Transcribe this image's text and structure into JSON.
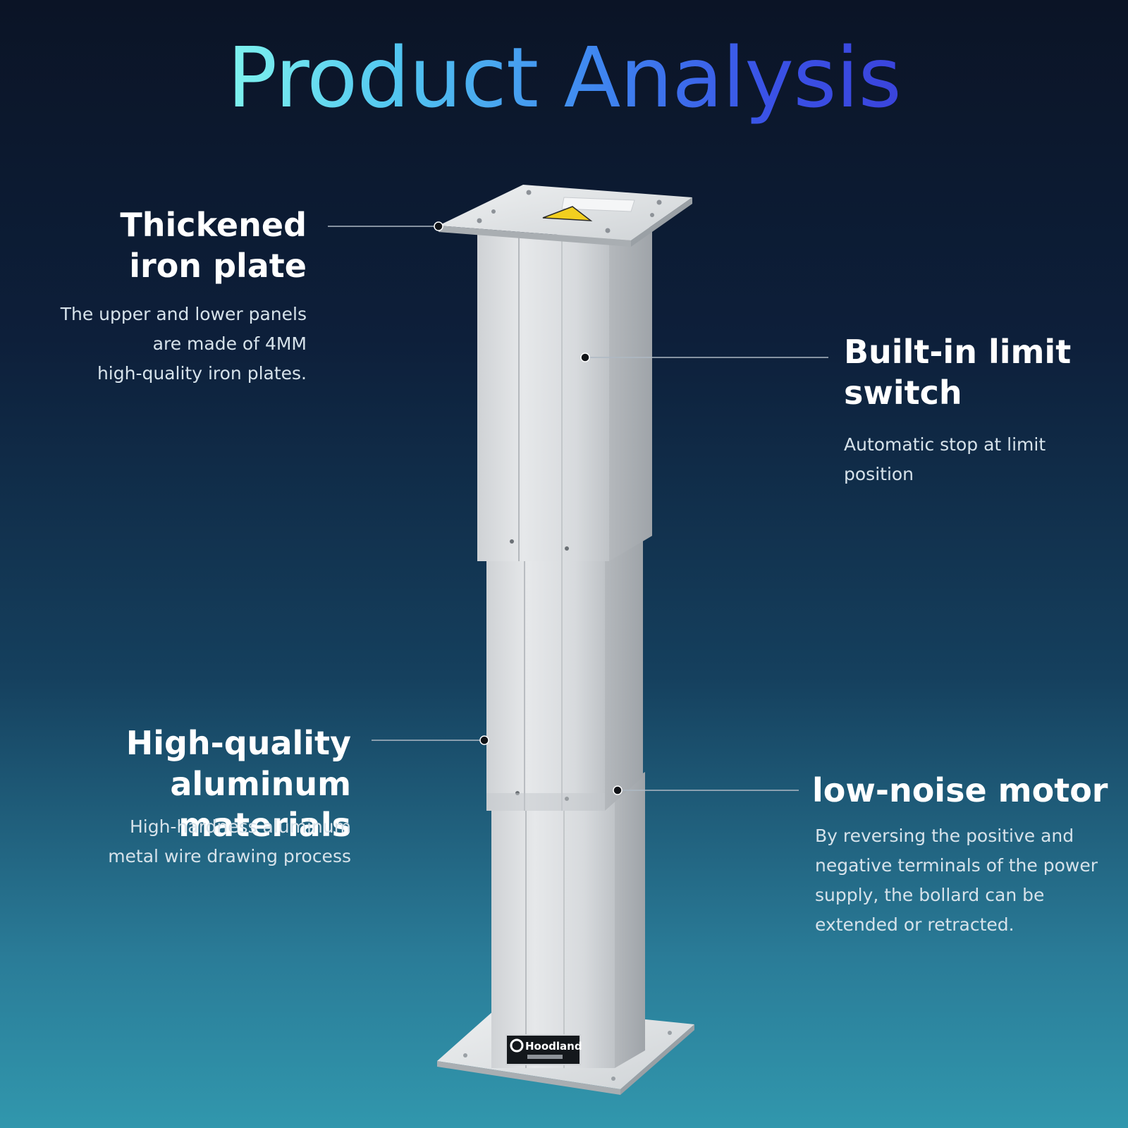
{
  "page": {
    "title": "Product Analysis"
  },
  "features": [
    {
      "heading": "Thickened iron plate",
      "heading_lines": [
        "Thickened",
        "iron plate"
      ],
      "description_lines": [
        "The upper and lower panels",
        "are made of 4MM",
        "high-quality iron plates."
      ]
    },
    {
      "heading": "Built-in limit switch",
      "heading_lines": [
        "Built-in limit",
        "switch"
      ],
      "description_lines": [
        "Automatic stop at limit",
        "position"
      ]
    },
    {
      "heading": "High-quality aluminum materials",
      "heading_lines": [
        "High-quality",
        "aluminum materials"
      ],
      "description_lines": [
        "High-hardness aluminum",
        "metal wire drawing process"
      ]
    },
    {
      "heading": "low-noise motor",
      "heading_lines": [
        "low-noise motor"
      ],
      "description_lines": [
        "By reversing the positive and",
        "negative terminals of the power",
        "supply, the bollard can be",
        "extended or retracted."
      ]
    }
  ],
  "product": {
    "icon": "lifting-column-image",
    "logo_text": "Hoodland",
    "colors": {
      "aluminum": "#d9dcdf",
      "aluminum_shadow": "#b9bdc1",
      "plate": "#e4e6e8",
      "warning": "#f2cf1f"
    }
  }
}
